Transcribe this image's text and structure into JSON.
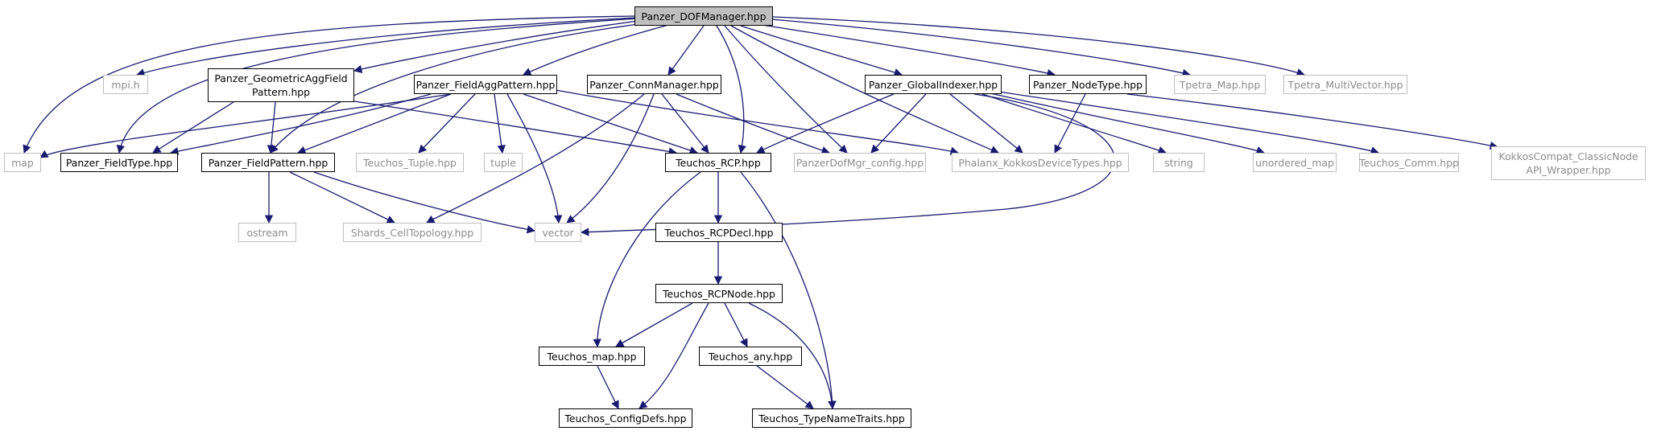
{
  "colors": {
    "edge": "#191970",
    "faint_border": "#bfbfbf",
    "faint_text": "#8c8c8c",
    "root_fill": "#bfbfbf"
  },
  "nodes": {
    "root": "Panzer_DOFManager.hpp",
    "mpi": "mpi.h",
    "geom_line1": "Panzer_GeometricAggField",
    "geom_line2": "Pattern.hpp",
    "fieldagg": "Panzer_FieldAggPattern.hpp",
    "conn": "Panzer_ConnManager.hpp",
    "globalidx": "Panzer_GlobalIndexer.hpp",
    "nodetype": "Panzer_NodeType.hpp",
    "tpetramap": "Tpetra_Map.hpp",
    "tpetramv": "Tpetra_MultiVector.hpp",
    "map": "map",
    "fieldtype": "Panzer_FieldType.hpp",
    "fieldpattern": "Panzer_FieldPattern.hpp",
    "tuple_hpp": "Teuchos_Tuple.hpp",
    "tuple": "tuple",
    "rcp": "Teuchos_RCP.hpp",
    "dofcfg": "PanzerDofMgr_config.hpp",
    "phalanx": "Phalanx_KokkosDeviceTypes.hpp",
    "string": "string",
    "umap": "unordered_map",
    "comm": "Teuchos_Comm.hpp",
    "kokkos_line1": "KokkosCompat_ClassicNode",
    "kokkos_line2": "API_Wrapper.hpp",
    "ostream": "ostream",
    "shards": "Shards_CellTopology.hpp",
    "vector": "vector",
    "rcpdecl": "Teuchos_RCPDecl.hpp",
    "rcpnode": "Teuchos_RCPNode.hpp",
    "tmap": "Teuchos_map.hpp",
    "tany": "Teuchos_any.hpp",
    "configdefs": "Teuchos_ConfigDefs.hpp",
    "typename": "Teuchos_TypeNameTraits.hpp"
  }
}
